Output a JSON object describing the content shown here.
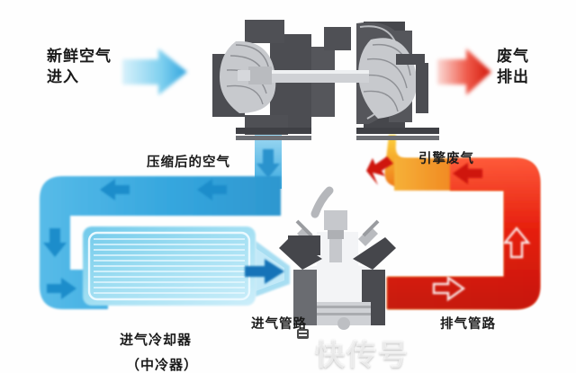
{
  "diagram": {
    "title": "Turbocharger and intercooler airflow diagram",
    "watermark": "快传号",
    "watermark_icon": "app-badge-icon"
  },
  "labels": {
    "fresh_air_line1": "新鲜空气",
    "fresh_air_line2": "进入",
    "exhaust_out_line1": "废气",
    "exhaust_out_line2": "排出",
    "compressed_air": "压缩后的空气",
    "engine_exhaust": "引擎废气",
    "intercooler_line1": "进气冷却器",
    "intercooler_line2": "（中冷器）",
    "intake_pipe": "进气管路",
    "exhaust_pipe": "排气管路"
  },
  "icons": {
    "fresh_air_arrow": "arrow-right-blue-icon",
    "exhaust_arrow": "arrow-right-red-icon",
    "compressor_down_arrow": "arrow-down-blue-icon",
    "intake_flow_left_1": "arrow-left-blue-icon",
    "intake_flow_left_2": "arrow-left-blue-icon",
    "intake_flow_down": "arrow-down-blue-icon",
    "intake_flow_right": "arrow-right-blue-icon",
    "intake_to_engine": "arrow-right-blue-icon",
    "exhaust_flow_up_turbo": "arrow-up-red-icon",
    "exhaust_flow_left": "arrow-left-red-icon",
    "exhaust_flow_up": "arrow-up-red-icon",
    "exhaust_flow_right": "arrow-right-red-icon"
  },
  "components": {
    "turbocharger": "turbocharger-cutaway",
    "compressor_wheel": "compressor-impeller",
    "turbine_wheel": "turbine-impeller",
    "shaft": "turbo-shaft",
    "intercooler_core": "intercooler-core",
    "engine": "engine-cylinder-head",
    "piston": "piston"
  },
  "colors": {
    "intake_blue": "#3aa9e0",
    "intake_light": "#8fd6f0",
    "exhaust_red": "#e01b10",
    "exhaust_orange": "#f08a1a",
    "metal_dark": "#4a4a4f",
    "metal_mid": "#6f7176",
    "metal_light": "#c9cbcf",
    "text": "#1a1a1a"
  }
}
